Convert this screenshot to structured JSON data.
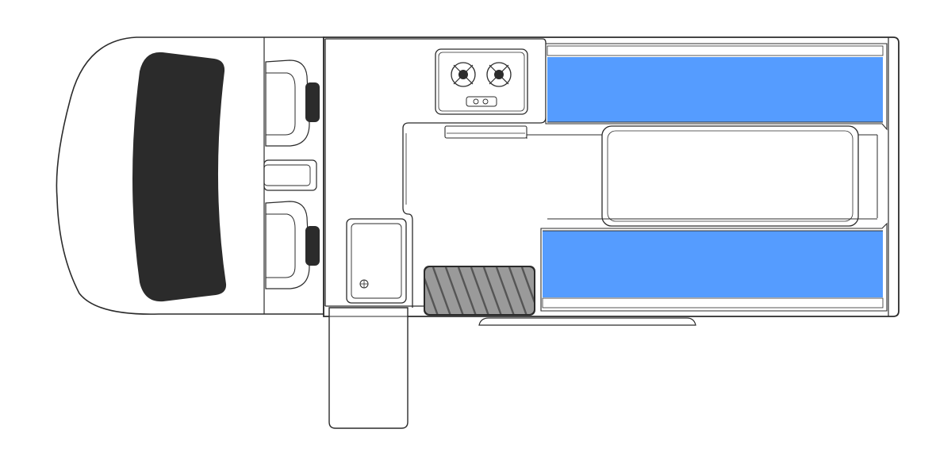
{
  "colors": {
    "background": "#ffffff",
    "outline": "#2b2b2b",
    "body_fill": "#ffffff",
    "panel_fill": "#f7f7f7",
    "bed_blue": "#559cff",
    "windscreen": "#2b2b2b",
    "mirror": "#2b2b2b",
    "step_mat": "#9a9a9a",
    "step_stripe": "#555555"
  },
  "components": {
    "hob_burners": 2,
    "hob_knobs": 2,
    "front_seats": 2,
    "bed_cushions": 2,
    "mat_stripes": 9
  },
  "icons": {
    "windscreen": "windscreen-icon",
    "burner": "burner-icon",
    "sink_drain": "drain-icon",
    "step_mat": "step-mat-icon"
  }
}
